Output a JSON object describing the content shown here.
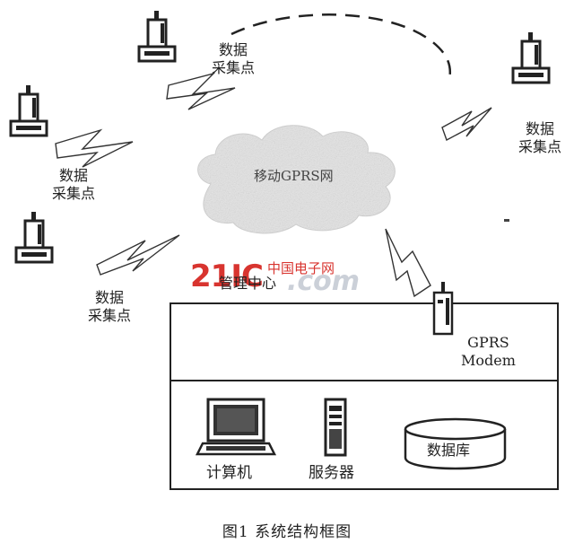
{
  "network": {
    "cloud_label": "移动GPRS网"
  },
  "collection_points": [
    {
      "line1": "数据",
      "line2": "采集点"
    },
    {
      "line1": "数据",
      "line2": "采集点"
    },
    {
      "line1": "数据",
      "line2": "采集点"
    },
    {
      "line1": "数据",
      "line2": "采集点"
    }
  ],
  "management_center": {
    "label": "管理中心",
    "modem_label_line1": "GPRS",
    "modem_label_line2": "Modem",
    "computer_label": "计算机",
    "server_label": "服务器",
    "database_label": "数据库"
  },
  "watermark": {
    "brand_num": "21IC",
    "brand_cn": "中国电子网",
    "brand_com": ".com"
  },
  "caption": "图1   系统结构框图",
  "colors": {
    "ink": "#222222",
    "watermark_red": "#d8342f",
    "watermark_gray": "#c9ced6",
    "cloud_fill": "#e6e6e6"
  }
}
